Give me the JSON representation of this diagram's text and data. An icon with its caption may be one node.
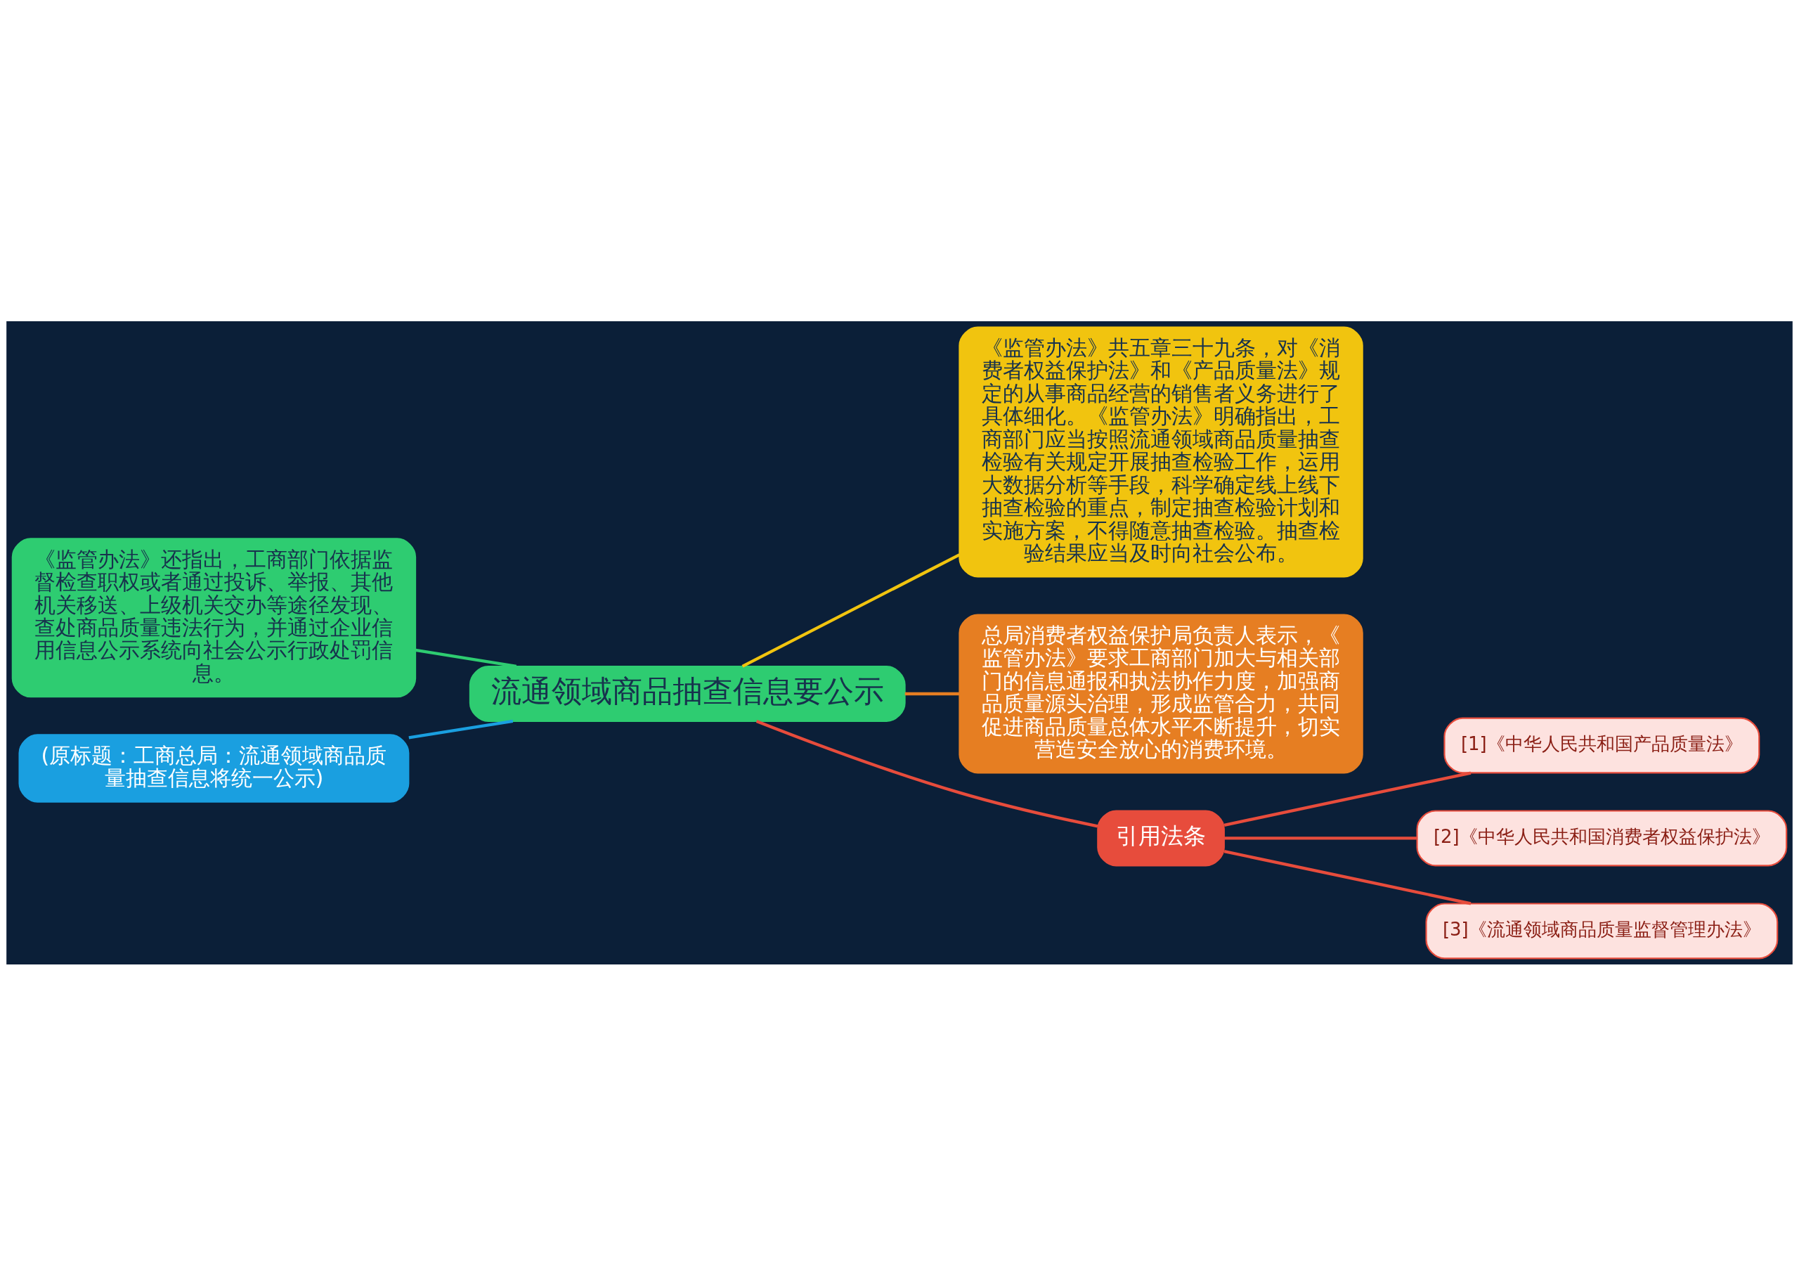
{
  "diagram": {
    "nodes": [
      {
        "text": [
          "流通领域商品抽查信息要公示"
        ]
      },
      {
        "text": [
          "《监管办法》还指出，工商部门依据监督检查职权或者通过投诉、举报、其他机关移送、上级机关交办等途径发现、查处商品质量违法行为，并通过企业信用信息公示系统向社会公示行政处罚信息。"
        ]
      },
      {
        "text": [
          "(原标题：工商总局：流通领域商品质量抽查信息将统一公示)"
        ]
      },
      {
        "text": [
          "《监管办法》共五章三十九条，对《消费者权益保护法》和《产品质量法》规定的从事商品经营的销售者义务进行了具体细化。《监管办法》明确指出，工商部门应当按照流通领域商品质量抽查检验有关规定开展抽查检验工作，运用大数据分析等手段，科学确定线上线下抽查检验的重点，制定抽查检验计划和实施方案，不得随意抽查检验。抽查检验结果应当及时向社会公布。"
        ]
      },
      {
        "text": [
          "总局消费者权益保护局负责人表示，《监管办法》要求工商部门加大与相关部门的信息通报和执法协作力度，加强商品质量源头治理，形成监管合力，共同促进商品质量总体水平不断提升，切实营造安全放心的消费环境。"
        ]
      },
      {
        "text": [
          "引用法条"
        ]
      },
      {
        "text": [
          "[1]《中华人民共和国产品质量法》"
        ]
      },
      {
        "text": [
          "[2]《中华人民共和国消费者权益保护法》"
        ]
      },
      {
        "text": [
          "[3]《流通领域商品质量监督管理办法》"
        ]
      }
    ],
    "edges": [
      {
        "from": 1,
        "to": 0,
        "arrow": "none",
        "color": "#2ecc71"
      },
      {
        "from": 2,
        "to": 0,
        "arrow": "none",
        "color": "#1a9fe0"
      },
      {
        "from": 0,
        "to": 3,
        "arrow": "none",
        "color": "#f1c40f"
      },
      {
        "from": 0,
        "to": 4,
        "arrow": "none",
        "color": "#e67e22"
      },
      {
        "from": 0,
        "to": 5,
        "arrow": "none"
      },
      {
        "from": 5,
        "to": 6,
        "arrow": "none"
      },
      {
        "from": 5,
        "to": 7,
        "arrow": "none"
      },
      {
        "from": 5,
        "to": 8,
        "arrow": "none"
      }
    ]
  }
}
